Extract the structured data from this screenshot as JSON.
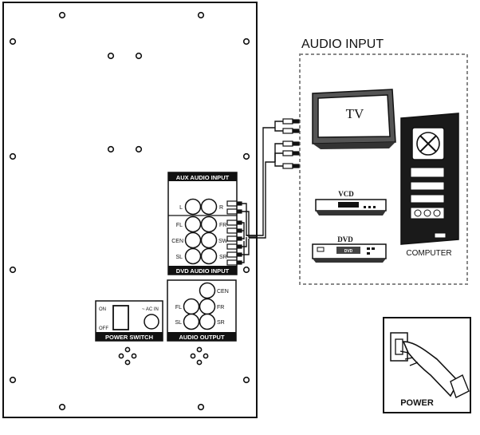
{
  "title": "AUDIO INPUT",
  "aux_panel": {
    "header": "AUX AUDIO INPUT",
    "left": "L",
    "right": "R"
  },
  "dvd_panel": {
    "footer": "DVD AUDIO INPUT",
    "rows": [
      {
        "left": "FL",
        "right": "FR"
      },
      {
        "left": "CEN",
        "right": "SW"
      },
      {
        "left": "SL",
        "right": "SR"
      }
    ]
  },
  "audio_output": {
    "label": "AUDIO OUTPUT",
    "top": "CEN",
    "left1": "FL",
    "right1": "FR",
    "left2": "SL",
    "right2": "SR"
  },
  "power_switch": {
    "label": "POWER SWITCH",
    "on": "ON",
    "off": "OFF",
    "ac_in": "~ AC IN"
  },
  "devices": {
    "tv": "TV",
    "vcd": "VCD",
    "dvd": "DVD",
    "computer": "COMPUTER",
    "dvd_tray": "DVD"
  },
  "power_inset": {
    "label": "POWER"
  },
  "colors": {
    "line": "#111111",
    "label_bar": "#111111",
    "dashed": "#888888"
  }
}
